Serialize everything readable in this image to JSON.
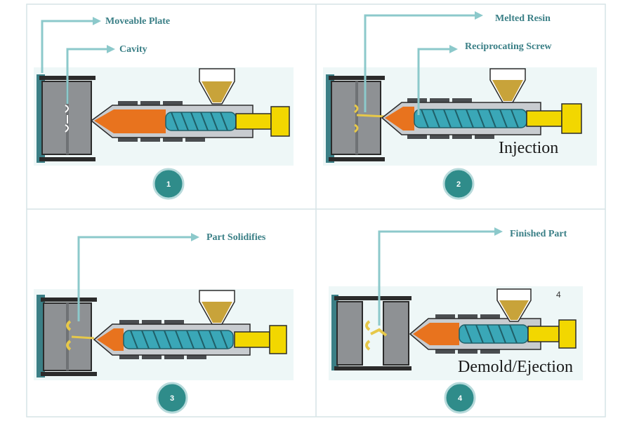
{
  "colors": {
    "callout_line": "#8cc9cb",
    "callout_text": "#3a7f86",
    "badge": "#2f8c8a",
    "panel_border": "#cfe3e4",
    "panel_bg": "#eef7f7",
    "barrel": "#c8ccd0",
    "melt": "#e8731e",
    "screw": "#3aa7b7",
    "ram": "#f2d700",
    "hopper_resin": "#c8a33a",
    "mold": "#8e9194"
  },
  "panels": [
    {
      "badge": "1",
      "callouts": [
        {
          "text": "Moveable Plate",
          "target": "moveable-plate"
        },
        {
          "text": "Cavity",
          "target": "cavity"
        }
      ],
      "stage_label": "",
      "corner_number": ""
    },
    {
      "badge": "2",
      "callouts": [
        {
          "text": "Melted Resin",
          "target": "melted-resin"
        },
        {
          "text": "Reciprocating Screw",
          "target": "reciprocating-screw"
        }
      ],
      "stage_label": "Injection",
      "corner_number": ""
    },
    {
      "badge": "3",
      "callouts": [
        {
          "text": "Part Solidifies",
          "target": "part"
        }
      ],
      "stage_label": "",
      "corner_number": ""
    },
    {
      "badge": "4",
      "callouts": [
        {
          "text": "Finished Part",
          "target": "finished-part"
        }
      ],
      "stage_label": "Demold/Ejection",
      "corner_number": "4"
    }
  ]
}
